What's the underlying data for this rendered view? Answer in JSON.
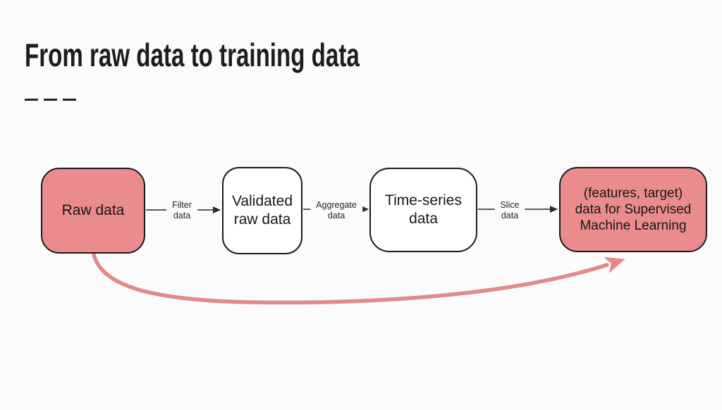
{
  "slide": {
    "title": "From raw data to training data"
  },
  "diagram": {
    "nodes": [
      {
        "label": "Raw data",
        "emphasis": true
      },
      {
        "label": "Validated\nraw data",
        "emphasis": false
      },
      {
        "label": "Time-series\ndata",
        "emphasis": false
      },
      {
        "label": "(features, target)\ndata for Supervised\nMachine Learning",
        "emphasis": true
      }
    ],
    "edges": [
      {
        "label": "Filter\ndata"
      },
      {
        "label": "Aggregate\ndata"
      },
      {
        "label": "Slice\ndata"
      }
    ],
    "shortcut_arrow": {
      "from": "Raw data",
      "to": "(features, target) data for Supervised Machine Learning"
    }
  },
  "colors": {
    "background": "#fbfbfb",
    "node_fill_emphasis": "#ea8c8d",
    "node_fill_plain": "#ffffff",
    "node_border": "#1b1b1b",
    "connector": "#2b2b2b",
    "shortcut_arrow": "#e2898b",
    "text": "#161616"
  }
}
